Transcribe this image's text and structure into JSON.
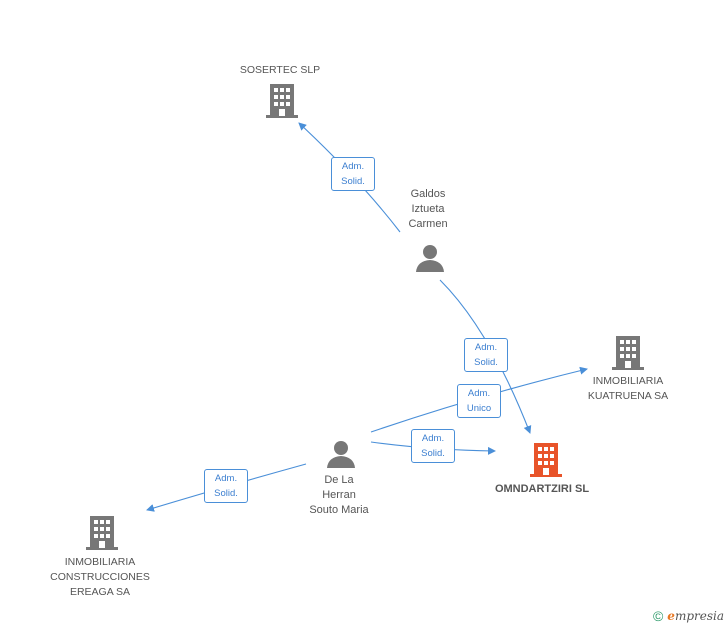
{
  "nodes": {
    "sosertec": {
      "label": "SOSERTEC SLP"
    },
    "galdos": {
      "label_lines": [
        "Galdos",
        "Iztueta",
        "Carmen"
      ]
    },
    "kuatruena": {
      "label_lines": [
        "INMOBILIARIA",
        "KUATRUENA SA"
      ]
    },
    "omndartziri": {
      "label": "OMNDARTZIRI SL"
    },
    "delaherran": {
      "label_lines": [
        "De La",
        "Herran",
        "Souto Maria"
      ]
    },
    "ereaga": {
      "label_lines": [
        "INMOBILIARIA",
        "CONSTRUCCIONES",
        "EREAGA SA"
      ]
    }
  },
  "edges": [
    {
      "id": "galdos-sosertec",
      "badge_lines": [
        "Adm.",
        "Solid."
      ]
    },
    {
      "id": "galdos-omndartziri",
      "badge_lines": [
        "Adm.",
        "Solid."
      ]
    },
    {
      "id": "delaherran-kuatruena",
      "badge_lines": [
        "Adm.",
        "Unico"
      ]
    },
    {
      "id": "delaherran-omndartziri",
      "badge_lines": [
        "Adm.",
        "Solid."
      ]
    },
    {
      "id": "delaherran-ereaga",
      "badge_lines": [
        "Adm.",
        "Solid."
      ]
    }
  ],
  "footer": {
    "copyright": "©",
    "brand_initial": "e",
    "brand_rest": "mpresia"
  },
  "colors": {
    "edge": "#4a8fd8",
    "company": "#777777",
    "focus_company": "#e8542a",
    "person": "#777777"
  }
}
